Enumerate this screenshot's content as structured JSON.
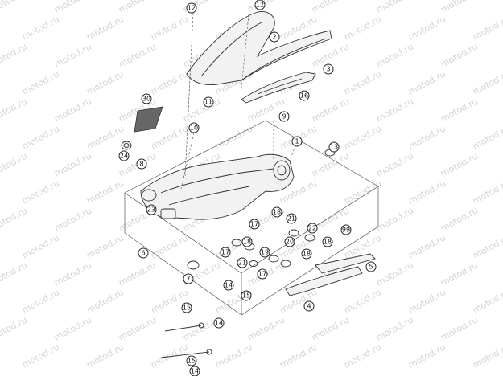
{
  "watermark": "motod.ru",
  "callouts": [
    {
      "label": "12"
    },
    {
      "label": "12"
    },
    {
      "label": "2"
    },
    {
      "label": "3"
    },
    {
      "label": "16"
    },
    {
      "label": "11"
    },
    {
      "label": "30"
    },
    {
      "label": "9"
    },
    {
      "label": "10"
    },
    {
      "label": "1"
    },
    {
      "label": "13"
    },
    {
      "label": "24"
    },
    {
      "label": "8"
    },
    {
      "label": "23"
    },
    {
      "label": "17"
    },
    {
      "label": "18"
    },
    {
      "label": "21"
    },
    {
      "label": "22"
    },
    {
      "label": "99"
    },
    {
      "label": "20"
    },
    {
      "label": "18"
    },
    {
      "label": "17"
    },
    {
      "label": "18"
    },
    {
      "label": "19"
    },
    {
      "label": "21"
    },
    {
      "label": "18"
    },
    {
      "label": "17"
    },
    {
      "label": "6"
    },
    {
      "label": "5"
    },
    {
      "label": "7"
    },
    {
      "label": "14"
    },
    {
      "label": "15"
    },
    {
      "label": "4"
    },
    {
      "label": "15"
    },
    {
      "label": "14"
    },
    {
      "label": "15"
    },
    {
      "label": "14"
    }
  ]
}
